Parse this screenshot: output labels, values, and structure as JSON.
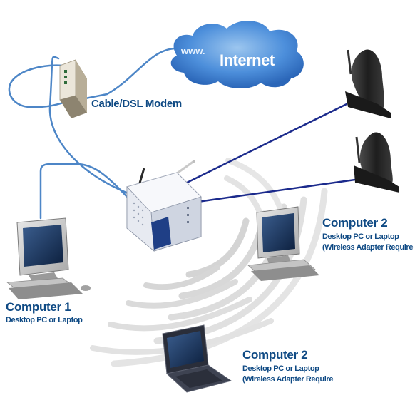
{
  "cloud": {
    "www_text": "www.",
    "label": "Internet"
  },
  "modem": {
    "label": "Cable/DSL Modem"
  },
  "computer1": {
    "title": "Computer 1",
    "subtitle": "Desktop PC or Laptop"
  },
  "computer2_desktop": {
    "title": "Computer 2",
    "line1": "Desktop PC or Laptop",
    "line2": "(Wireless Adapter Require"
  },
  "computer2_laptop": {
    "title": "Computer 2",
    "line1": "Desktop PC or Laptop",
    "line2": "(Wireless Adapter Require"
  },
  "colors": {
    "label_blue": "#0f4a84",
    "cable_blue": "#1b2a8c",
    "cloud_blue": "#3d7fd0"
  }
}
